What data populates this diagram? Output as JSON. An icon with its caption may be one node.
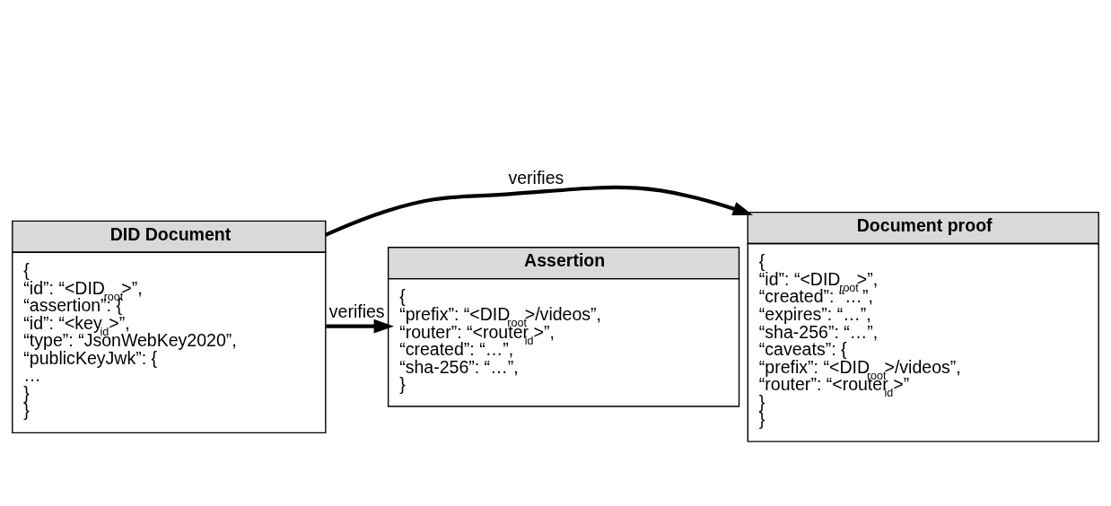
{
  "diagram": {
    "nodes": [
      {
        "text": [
          "DID Document",
          "{",
          "“id”: “<DID$_{root}$>”,",
          "“assertion”: {",
          "“id”: “<key$_{id}$>”,",
          "“type”: “JsonWebKey2020”,",
          "“publicKeyJwk”: {",
          "…",
          "}",
          "}"
        ]
      },
      {
        "text": [
          "Document proof",
          "{",
          "“id”: “<DID$_{root}$>”,",
          "“created”: “…”,",
          "“expires”: “…”,",
          "“sha-256”: “…”,",
          "“caveats”: {",
          "“prefix”: “<DID$_{root}$>/videos”,",
          "“router”: “<router$_{id}$>”",
          "}",
          "}"
        ]
      },
      {
        "text": [
          "Assertion",
          "{",
          "“prefix”: “<DID$_{root}$>/videos”,",
          "“router”: “<router$_{id}$>”,",
          "“created”: “…”,",
          "“sha-256”: “…”,",
          "}"
        ]
      }
    ],
    "edges": [
      {
        "from": 0,
        "to": 1,
        "arrow": "to",
        "label": "verifies"
      },
      {
        "from": 0,
        "to": 2,
        "arrow": "to",
        "label": "verifies"
      }
    ]
  }
}
